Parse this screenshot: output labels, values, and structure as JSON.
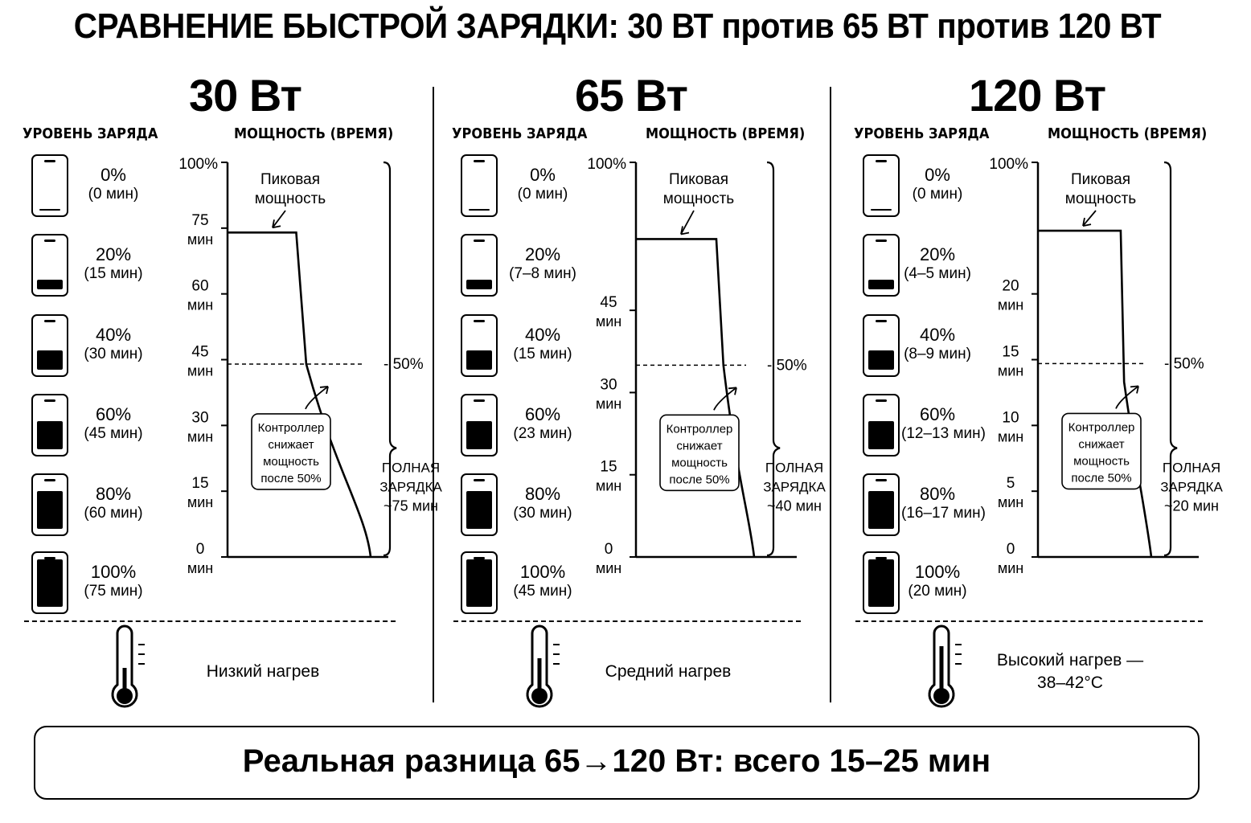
{
  "title": "СРАВНЕНИЕ БЫСТРОЙ ЗАРЯДКИ: 30 ВТ против 65 ВТ против 120 ВТ",
  "column_headers": {
    "level": "УРОВЕНЬ ЗАРЯДА",
    "power": "МОЩНОСТЬ (ВРЕМЯ)"
  },
  "chart_data": [
    {
      "type": "line",
      "title": "30 Вт",
      "levels": [
        {
          "pct": "0%",
          "time": "(0 мин)",
          "fill": 0
        },
        {
          "pct": "20%",
          "time": "(15 мин)",
          "fill": 0.2
        },
        {
          "pct": "40%",
          "time": "(30 мин)",
          "fill": 0.4
        },
        {
          "pct": "60%",
          "time": "(45 мин)",
          "fill": 0.6
        },
        {
          "pct": "80%",
          "time": "(60 мин)",
          "fill": 0.8
        },
        {
          "pct": "100%",
          "time": "(75 мин)",
          "fill": 1.0
        }
      ],
      "y_ticks": [
        {
          "value": 0,
          "label": "0",
          "unit": "мин"
        },
        {
          "value": 15,
          "label": "15",
          "unit": "мин"
        },
        {
          "value": 30,
          "label": "30",
          "unit": "мин"
        },
        {
          "value": 45,
          "label": "45",
          "unit": "мин"
        },
        {
          "value": 60,
          "label": "60",
          "unit": "мин"
        },
        {
          "value": 75,
          "label": "75",
          "unit": "мин"
        }
      ],
      "ylim": [
        0,
        90
      ],
      "top_label": "100%",
      "peak_label_1": "Пиковая",
      "peak_label_2": "мощность",
      "threshold_label": "50%",
      "threshold_value": 44,
      "peak_value": 74,
      "curve": [
        [
          0,
          74
        ],
        [
          0.48,
          74
        ],
        [
          0.55,
          44
        ],
        [
          0.75,
          20
        ],
        [
          1.0,
          0
        ]
      ],
      "controller_label": [
        "Контроллер",
        "снижает",
        "мощность",
        "после 50%"
      ],
      "full_charge": [
        "ПОЛНАЯ",
        "ЗАРЯДКА",
        "~75 мин"
      ],
      "heat": [
        "Низкий нагрев"
      ],
      "heat_level": 0.35
    },
    {
      "type": "line",
      "title": "65 Вт",
      "levels": [
        {
          "pct": "0%",
          "time": "(0 мин)",
          "fill": 0
        },
        {
          "pct": "20%",
          "time": "(7–8 мин)",
          "fill": 0.2
        },
        {
          "pct": "40%",
          "time": "(15 мин)",
          "fill": 0.4
        },
        {
          "pct": "60%",
          "time": "(23 мин)",
          "fill": 0.6
        },
        {
          "pct": "80%",
          "time": "(30 мин)",
          "fill": 0.8
        },
        {
          "pct": "100%",
          "time": "(45 мин)",
          "fill": 1.0
        }
      ],
      "y_ticks": [
        {
          "value": 0,
          "label": "0",
          "unit": "мин"
        },
        {
          "value": 15,
          "label": "15",
          "unit": "мин"
        },
        {
          "value": 30,
          "label": "30",
          "unit": "мин"
        },
        {
          "value": 45,
          "label": "45",
          "unit": "мин"
        }
      ],
      "ylim": [
        0,
        72
      ],
      "top_label": "100%",
      "peak_label_1": "Пиковая",
      "peak_label_2": "мощность",
      "threshold_label": "50%",
      "threshold_value": 35,
      "peak_value": 58,
      "curve": [
        [
          0,
          58
        ],
        [
          0.68,
          58
        ],
        [
          0.74,
          35
        ],
        [
          0.85,
          15
        ],
        [
          1.0,
          0
        ]
      ],
      "controller_label": [
        "Контроллер",
        "снижает",
        "мощность",
        "после 50%"
      ],
      "full_charge": [
        "ПОЛНАЯ",
        "ЗАРЯДКА",
        "~40 мин"
      ],
      "heat": [
        "Средний нагрев"
      ],
      "heat_level": 0.55
    },
    {
      "type": "line",
      "title": "120 Вт",
      "levels": [
        {
          "pct": "0%",
          "time": "(0 мин)",
          "fill": 0
        },
        {
          "pct": "20%",
          "time": "(4–5 мин)",
          "fill": 0.2
        },
        {
          "pct": "40%",
          "time": "(8–9 мин)",
          "fill": 0.4
        },
        {
          "pct": "60%",
          "time": "(12–13 мин)",
          "fill": 0.6
        },
        {
          "pct": "80%",
          "time": "(16–17 мин)",
          "fill": 0.8
        },
        {
          "pct": "100%",
          "time": "(20 мин)",
          "fill": 1.0
        }
      ],
      "y_ticks": [
        {
          "value": 0,
          "label": "0",
          "unit": "мин"
        },
        {
          "value": 5,
          "label": "5",
          "unit": "мин"
        },
        {
          "value": 10,
          "label": "10",
          "unit": "мин"
        },
        {
          "value": 15,
          "label": "15",
          "unit": "мин"
        },
        {
          "value": 20,
          "label": "20",
          "unit": "мин"
        }
      ],
      "ylim": [
        0,
        30
      ],
      "top_label": "100%",
      "peak_label_1": "Пиковая",
      "peak_label_2": "мощность",
      "threshold_label": "50%",
      "threshold_value": 14.7,
      "peak_value": 24.8,
      "curve": [
        [
          0,
          24.8
        ],
        [
          0.73,
          24.8
        ],
        [
          0.76,
          13.3
        ],
        [
          0.88,
          6
        ],
        [
          1.0,
          0
        ]
      ],
      "controller_label": [
        "Контроллер",
        "снижает",
        "мощность",
        "после 50%"
      ],
      "full_charge": [
        "ПОЛНАЯ",
        "ЗАРЯДКА",
        "~20 мин"
      ],
      "heat": [
        "Высокий нагрев —",
        "38–42°C"
      ],
      "heat_level": 0.8
    }
  ],
  "summary": "Реальная разница 65→120 Вт: всего 15–25 мин"
}
